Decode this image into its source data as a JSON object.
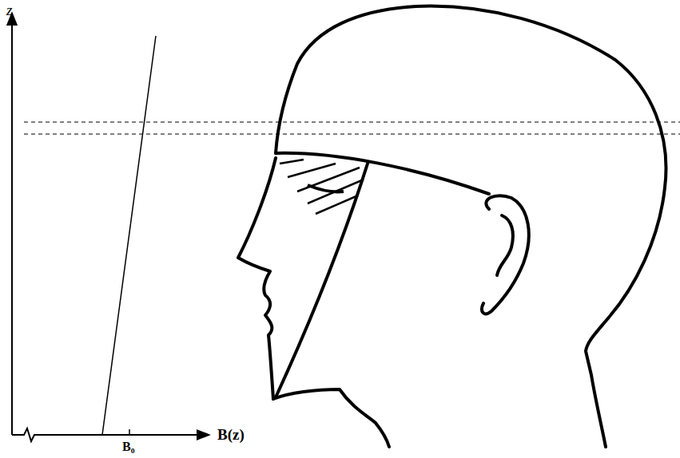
{
  "diagram": {
    "labels": [
      "z",
      "B(z)",
      "B₀"
    ]
  }
}
